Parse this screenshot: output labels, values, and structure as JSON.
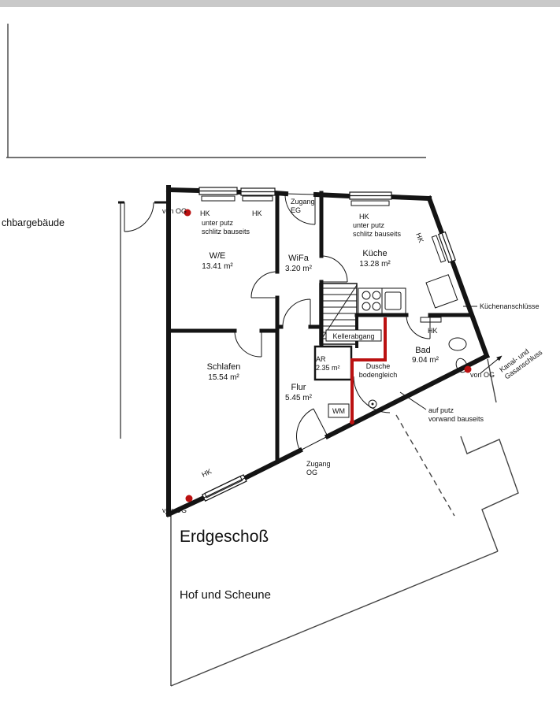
{
  "labels": {
    "neighbor_building": "chbargebäude",
    "floor_title": "Erdgeschoß",
    "yard": "Hof und Scheune",
    "zugang": "Zugang",
    "eg": "EG",
    "og": "OG",
    "von_og": "von OG",
    "hk": "HK",
    "unter_putz": "unter putz",
    "schlitz_bauseits": "schlitz bauseits",
    "auf_putz": "auf putz",
    "vorwand_bauseits": "vorwand bauseits",
    "kuechenanschluesse": "Küchenanschlüsse",
    "kanal_und": "Kanal- und",
    "gasanschluss": "Gasanschluss",
    "kellerabgang": "Kellerabgang",
    "dusche": "Dusche",
    "bodengleich": "bodengleich",
    "wm": "WM"
  },
  "rooms": {
    "we": {
      "name": "W/E",
      "area": "13.41 m²"
    },
    "wifa": {
      "name": "WiFa",
      "area": "3.20 m²"
    },
    "kueche": {
      "name": "Küche",
      "area": "13.28 m²"
    },
    "schlafen": {
      "name": "Schlafen",
      "area": "15.54 m²"
    },
    "flur": {
      "name": "Flur",
      "area": "5.45 m²"
    },
    "bad": {
      "name": "Bad",
      "area": "9.04 m²"
    },
    "ar": {
      "name": "AR",
      "area": "2.35 m²"
    }
  },
  "colors": {
    "wall": "#141414",
    "pipe_red": "#bb1111",
    "site_line": "#444444",
    "top_strip": "#c9c9c9"
  }
}
